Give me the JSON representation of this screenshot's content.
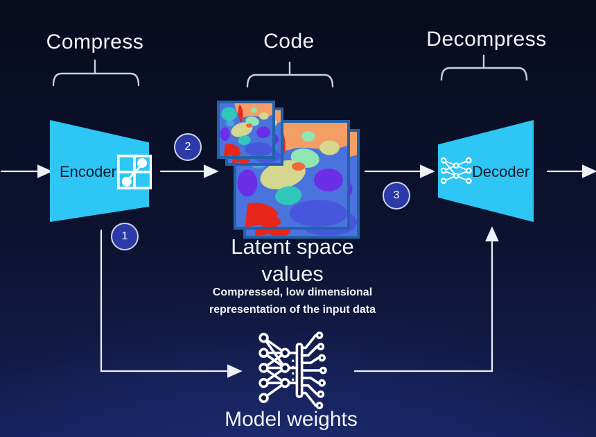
{
  "stages": {
    "compress": "Compress",
    "code": "Code",
    "decompress": "Decompress"
  },
  "encoder": {
    "label": "Encoder",
    "icon": "grid-compress-icon"
  },
  "decoder": {
    "label": "Decoder",
    "icon": "neural-network-icon"
  },
  "steps": {
    "one": "1",
    "two": "2",
    "three": "3"
  },
  "latent": {
    "title1": "Latent space",
    "title2": "values",
    "sub1": "Compressed, low dimensional",
    "sub2": "representation of the input data"
  },
  "model_weights": {
    "label": "Model weights",
    "icon": "neural-circuit-icon"
  },
  "colors": {
    "accent_cyan": "#2ec7f5",
    "step_fill": "#2c3aa8",
    "step_border": "#ccd4ea",
    "arrow": "#eef0f6",
    "bracket": "#c9cfdf",
    "text_light": "#f1f3f8",
    "block_text": "#0b1c30",
    "bg_top": "#070b1d",
    "bg_mid": "#0c1330",
    "bg_bottom": "#141f55",
    "image_border": "#2163a8",
    "img_blue": "#4a73dd",
    "img_red": "#e8261a",
    "img_orange": "#f49e66",
    "img_khaki": "#d6d78f",
    "img_mint": "#8fe6b2",
    "img_turquoise": "#31c6bc",
    "img_purple": "#6a2ee6",
    "img_royal": "#4657de",
    "img_coral": "#f0683c",
    "img_lightblue": "#52a0e8"
  }
}
